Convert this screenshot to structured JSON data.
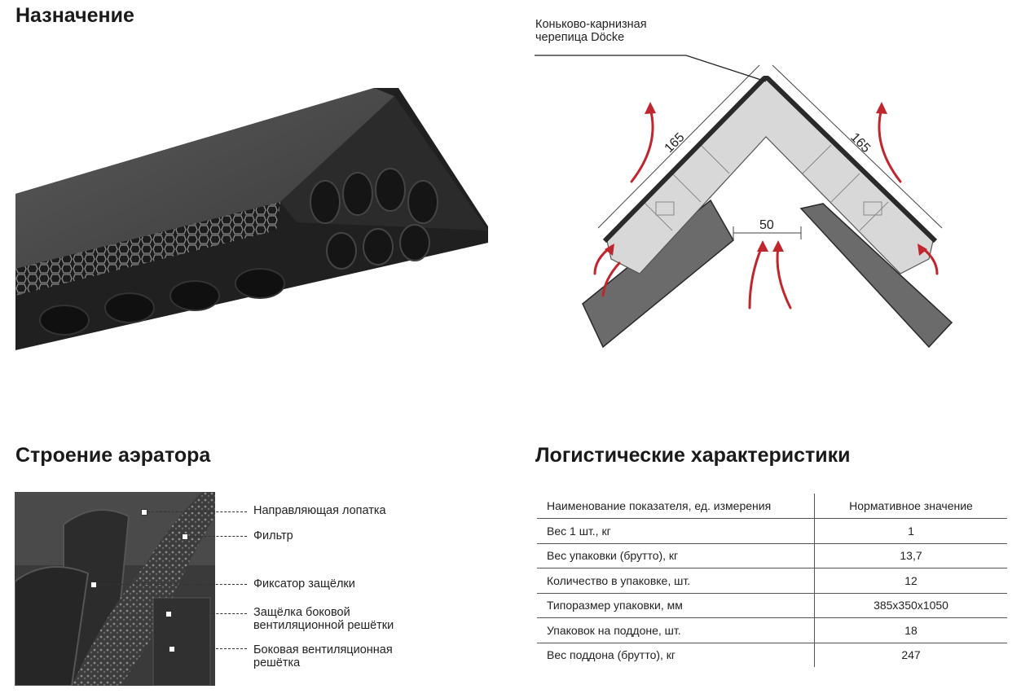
{
  "sections": {
    "purpose_title": "Назначение",
    "structure_title": "Строение аэратора",
    "logistics_title": "Логистические характеристики"
  },
  "diagram": {
    "callout": "Коньково-карнизная черепица Döcke",
    "dim_left": "165",
    "dim_right": "165",
    "dim_gap": "50"
  },
  "structure_labels": [
    "Направляющая лопатка",
    "Фильтр",
    "Фиксатор защёлки",
    "Защёлка боковой вентиляционной решётки",
    "Боковая вентиляционная решётка"
  ],
  "table": {
    "headers": [
      "Наименование показателя, ед. измерения",
      "Нормативное значение"
    ],
    "rows": [
      [
        "Вес 1 шт., кг",
        "1"
      ],
      [
        "Вес упаковки (брутто), кг",
        "13,7"
      ],
      [
        "Количество в упаковке, шт.",
        "12"
      ],
      [
        "Типоразмер упаковки, мм",
        "385х350х1050"
      ],
      [
        "Упаковок на поддоне, шт.",
        "18"
      ],
      [
        "Вес поддона (брутто), кг",
        "247"
      ]
    ]
  },
  "colors": {
    "arrow": "#c0262d",
    "roof": "#6b6b6b",
    "tile": "#d8d8d8",
    "dark": "#2a2a2a"
  }
}
